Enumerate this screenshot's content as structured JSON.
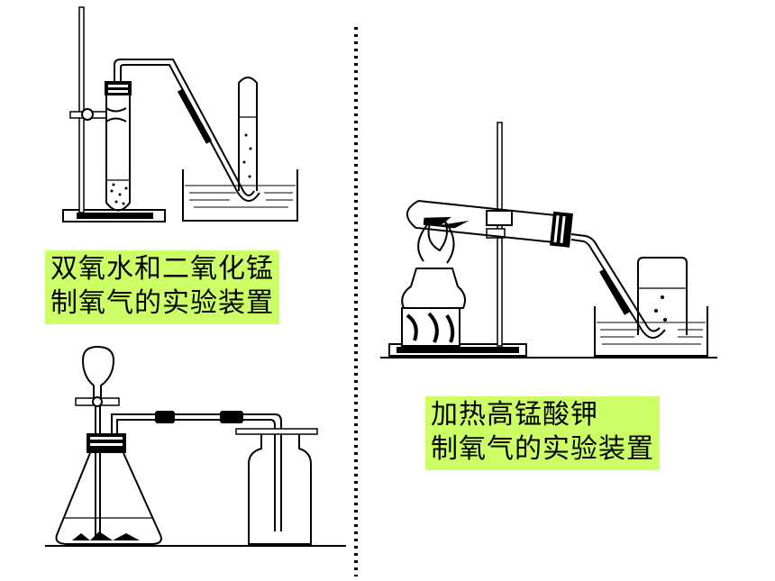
{
  "labels": {
    "h2o2": {
      "line1": "双氧水和二氧化锰",
      "line2": "制氧气的实验装置"
    },
    "kmno4": {
      "line1": "加热高锰酸钾",
      "line2": "制氧气的实验装置"
    }
  },
  "colors": {
    "label_background": "#ccff66",
    "line": "#000000",
    "background": "#ffffff"
  }
}
